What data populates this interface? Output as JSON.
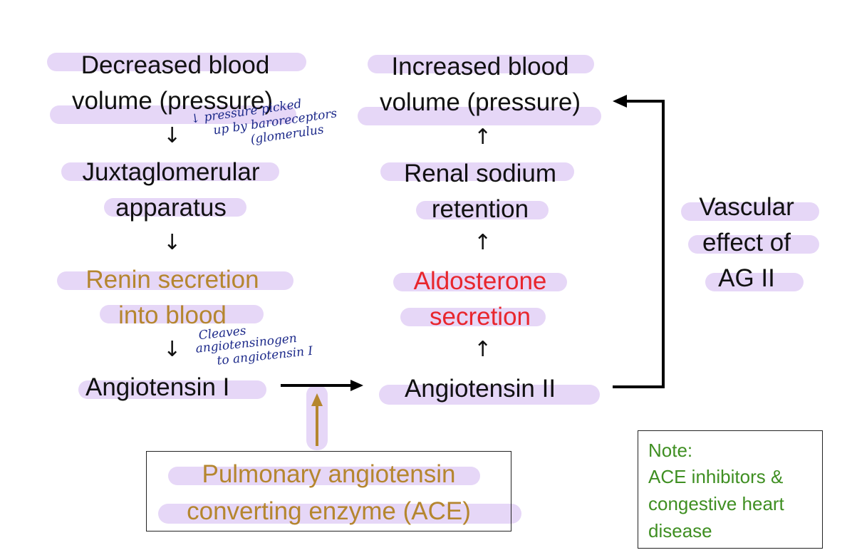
{
  "left_column": {
    "decreased_volume": [
      "Decreased blood",
      "volume (pressure)"
    ],
    "juxtaglomerular": [
      "Juxtaglomerular",
      "apparatus"
    ],
    "renin": [
      "Renin secretion",
      "into blood"
    ],
    "angiotensin_1": "Angiotensin I"
  },
  "right_column": {
    "increased_volume": [
      "Increased blood",
      "volume (pressure)"
    ],
    "renal_sodium": [
      "Renal sodium",
      "retention"
    ],
    "aldosterone": [
      "Aldosterone",
      "secretion"
    ],
    "angiotensin_2": "Angiotensin II"
  },
  "vascular_effect": [
    "Vascular",
    "effect of",
    "AG II"
  ],
  "ace_box": [
    "Pulmonary angiotensin",
    "converting enzyme (ACE)"
  ],
  "note": [
    "Note:",
    "ACE inhibitors &",
    "congestive heart",
    "disease"
  ],
  "handwritten": {
    "baroreceptors": [
      "↓ pressure picked",
      "up by baroreceptors",
      "(glomerulus"
    ],
    "cleaves": [
      "Cleaves",
      "angiotensinogen",
      "to angiotensin I"
    ]
  },
  "colors": {
    "highlight": "#e6d7f7",
    "gold": "#b5862f",
    "red": "#e8262d",
    "note_green": "#3f8f22",
    "handwriting_blue": "#1d2a8a"
  }
}
